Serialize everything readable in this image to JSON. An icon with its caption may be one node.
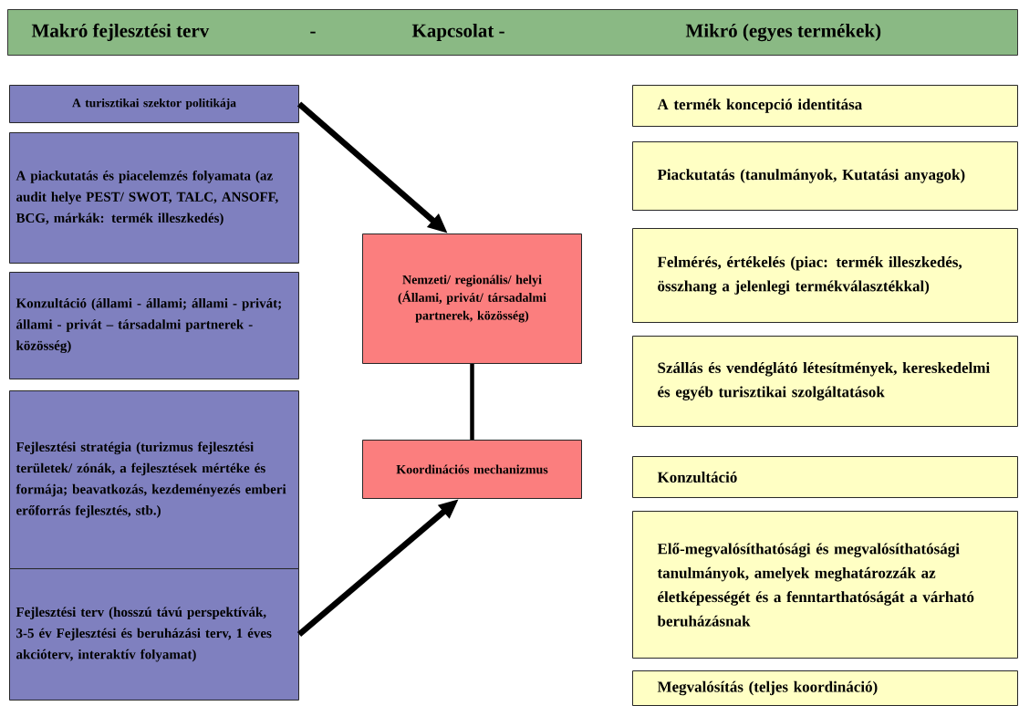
{
  "diagram": {
    "nodes": [
      {
        "text": [
          "Makró fejlesztési terv",
          "-",
          "Kapcsolat -",
          "Mikró (egyes termékek)"
        ]
      },
      {
        "text": [
          "A turisztikai szektor politikája"
        ]
      },
      {
        "text": [
          "A piackutatás és piacelemzés folyamata (az audit helye PEST/ SWOT, TALC, ANSOFF, BCG, márkák: termék illeszkedés)"
        ]
      },
      {
        "text": [
          "Konzultáció (állami - állami; állami - privát; állami - privát – társadalmi partnerek - közösség)"
        ]
      },
      {
        "text": [
          "Fejlesztési stratégia (turizmus fejlesztési területek/ zónák, a fejlesztések mértéke és formája; beavatkozás, kezdeményezés emberi erőforrás fejlesztés, stb.)"
        ]
      },
      {
        "text": [
          "Fejlesztési terv (hosszú távú perspektívák, 3-5 év Fejlesztési és beruházási terv, 1 éves akcióterv, interaktív folyamat)"
        ]
      },
      {
        "text": [
          "Nemzeti/ regionális/ helyi (Állami, privát/ társadalmi partnerek, közösség)"
        ]
      },
      {
        "text": [
          "Koordinációs mechanizmus"
        ]
      },
      {
        "text": [
          "A termék koncepció identitása"
        ]
      },
      {
        "text": [
          "Piackutatás (tanulmányok, Kutatási anyagok)"
        ]
      },
      {
        "text": [
          "Felmérés, értékelés (piac: termék illeszkedés, összhang a jelenlegi termékválasztékkal)"
        ]
      },
      {
        "text": [
          "Szállás és vendéglátó létesítmények, kereskedelmi és egyéb turisztikai szolgáltatások"
        ]
      },
      {
        "text": [
          "Konzultáció"
        ]
      },
      {
        "text": [
          "Elő-megvalósíthatósági és megvalósíthatósági tanulmányok, amelyek meghatározzák az életképességét és a fenntarthatóságát a várható beruházásnak"
        ]
      },
      {
        "text": [
          "Megvalósítás (teljes koordináció)"
        ]
      }
    ],
    "edges": [
      {
        "from": 1,
        "to": 6,
        "arrow": "to"
      },
      {
        "from": 6,
        "to": 7,
        "arrow": "none"
      },
      {
        "from": 5,
        "to": 7,
        "arrow": "to"
      }
    ]
  }
}
